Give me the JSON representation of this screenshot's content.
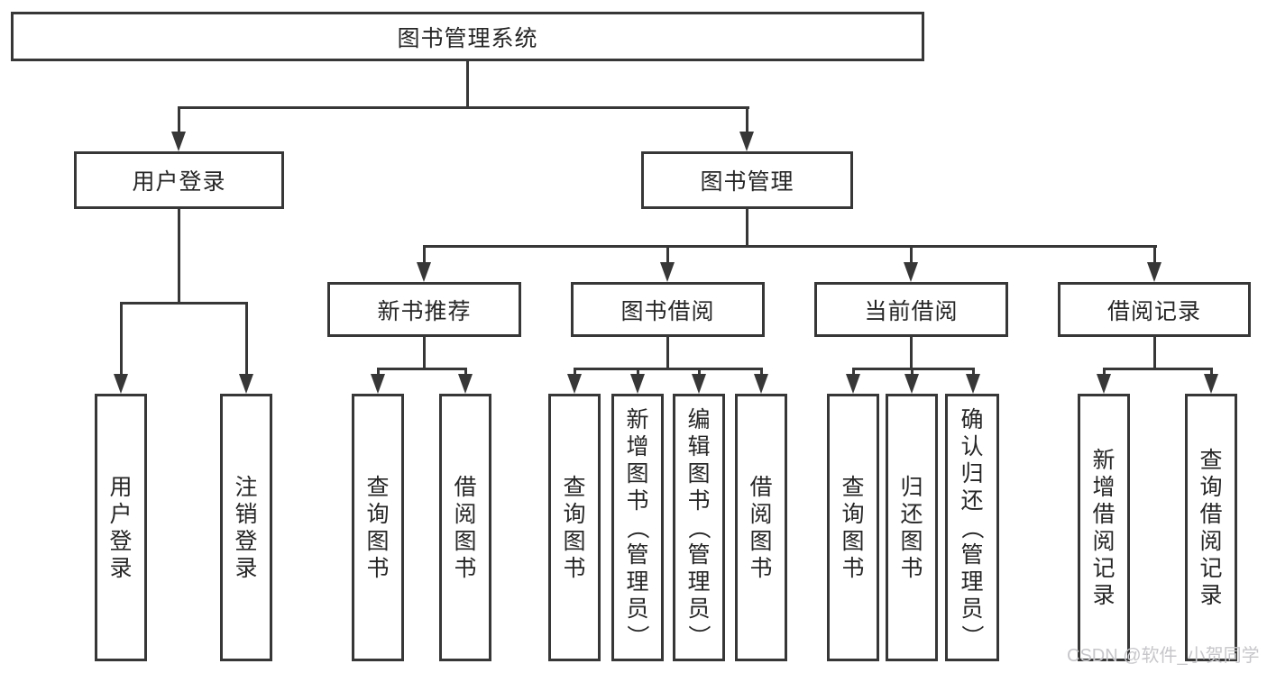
{
  "diagram": {
    "title_node": "图书管理系统",
    "level2": {
      "user_login": "用户登录",
      "book_mgmt": "图书管理"
    },
    "level3": {
      "new_book": "新书推荐",
      "book_borrow": "图书借阅",
      "current_borrow": "当前借阅",
      "borrow_record": "借阅记录"
    },
    "leaves": {
      "user_login": [
        "用户登录",
        "注销登录"
      ],
      "new_book": [
        "查询图书",
        "借阅图书"
      ],
      "book_borrow": [
        "查询图书",
        "新增图书（管理员）",
        "编辑图书（管理员）",
        "借阅图书"
      ],
      "current_borrow": [
        "查询图书",
        "归还图书",
        "确认归还（管理员）"
      ],
      "borrow_record": [
        "新增借阅记录",
        "查询借阅记录"
      ]
    }
  },
  "watermark": "CSDN @软件_小贺同学",
  "colors": {
    "line": "#373737",
    "text": "#262626",
    "watermark": "#c7c7cb",
    "background": "#ffffff"
  }
}
